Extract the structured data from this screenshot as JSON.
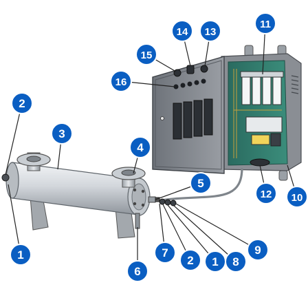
{
  "colors": {
    "callout_fill": "#0a5ec2",
    "callout_stroke": "#ffffff",
    "callout_text": "#ffffff",
    "leader_line": "#222222",
    "cabinet_body": "#8c8f94",
    "cabinet_inner": "#2f7f6f",
    "cabinet_door": "#7c8086",
    "vessel_body": "#cfd3d8",
    "vessel_shadow": "#9aa0a6"
  },
  "callouts": [
    {
      "id": "c1a",
      "label": "1"
    },
    {
      "id": "c2a",
      "label": "2"
    },
    {
      "id": "c3",
      "label": "3"
    },
    {
      "id": "c4",
      "label": "4"
    },
    {
      "id": "c5",
      "label": "5"
    },
    {
      "id": "c6",
      "label": "6"
    },
    {
      "id": "c7",
      "label": "7"
    },
    {
      "id": "c2b",
      "label": "2"
    },
    {
      "id": "c1b",
      "label": "1"
    },
    {
      "id": "c8",
      "label": "8"
    },
    {
      "id": "c9",
      "label": "9"
    },
    {
      "id": "c10",
      "label": "10"
    },
    {
      "id": "c11",
      "label": "11"
    },
    {
      "id": "c12",
      "label": "12"
    },
    {
      "id": "c13",
      "label": "13"
    },
    {
      "id": "c14",
      "label": "14"
    },
    {
      "id": "c15",
      "label": "15"
    },
    {
      "id": "c16",
      "label": "16"
    }
  ]
}
